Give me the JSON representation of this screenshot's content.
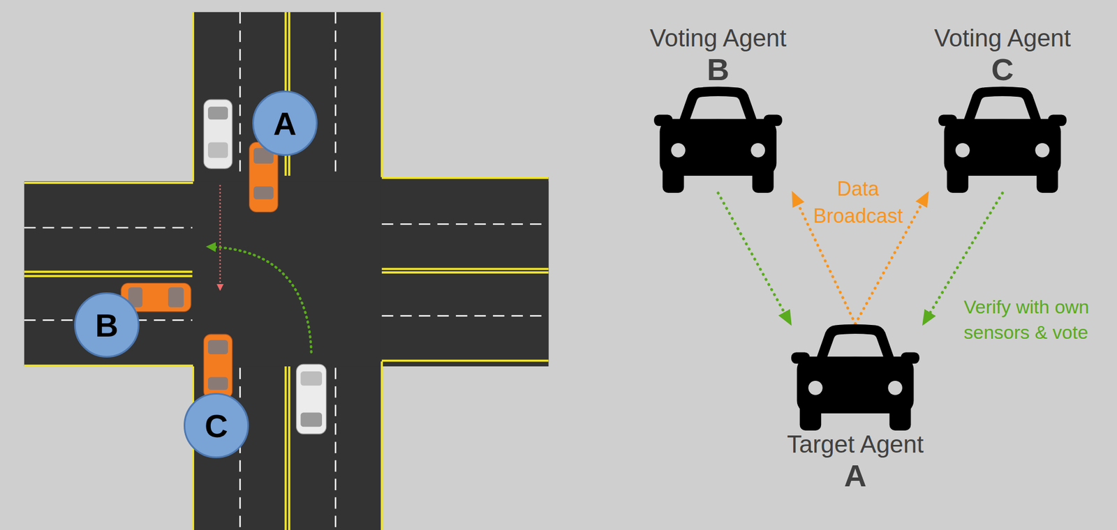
{
  "diagram": {
    "nodes": [
      {
        "text": [
          "A"
        ]
      },
      {
        "text": [
          "B"
        ]
      },
      {
        "text": [
          "C"
        ]
      },
      {
        "text": [
          "Voting Agent",
          "B"
        ]
      },
      {
        "text": [
          "Voting Agent",
          "C"
        ]
      },
      {
        "text": [
          "Target Agent",
          "A"
        ]
      }
    ],
    "edges": [
      {
        "from": 3,
        "to": 5,
        "arrow": "to"
      },
      {
        "from": 4,
        "to": 5,
        "arrow": "to"
      },
      {
        "from": 5,
        "to": 3,
        "arrow": "to"
      },
      {
        "from": 5,
        "to": 4,
        "arrow": "to"
      }
    ],
    "labels": [
      "Data Broadcast",
      "Verify with own sensors & vote"
    ]
  }
}
